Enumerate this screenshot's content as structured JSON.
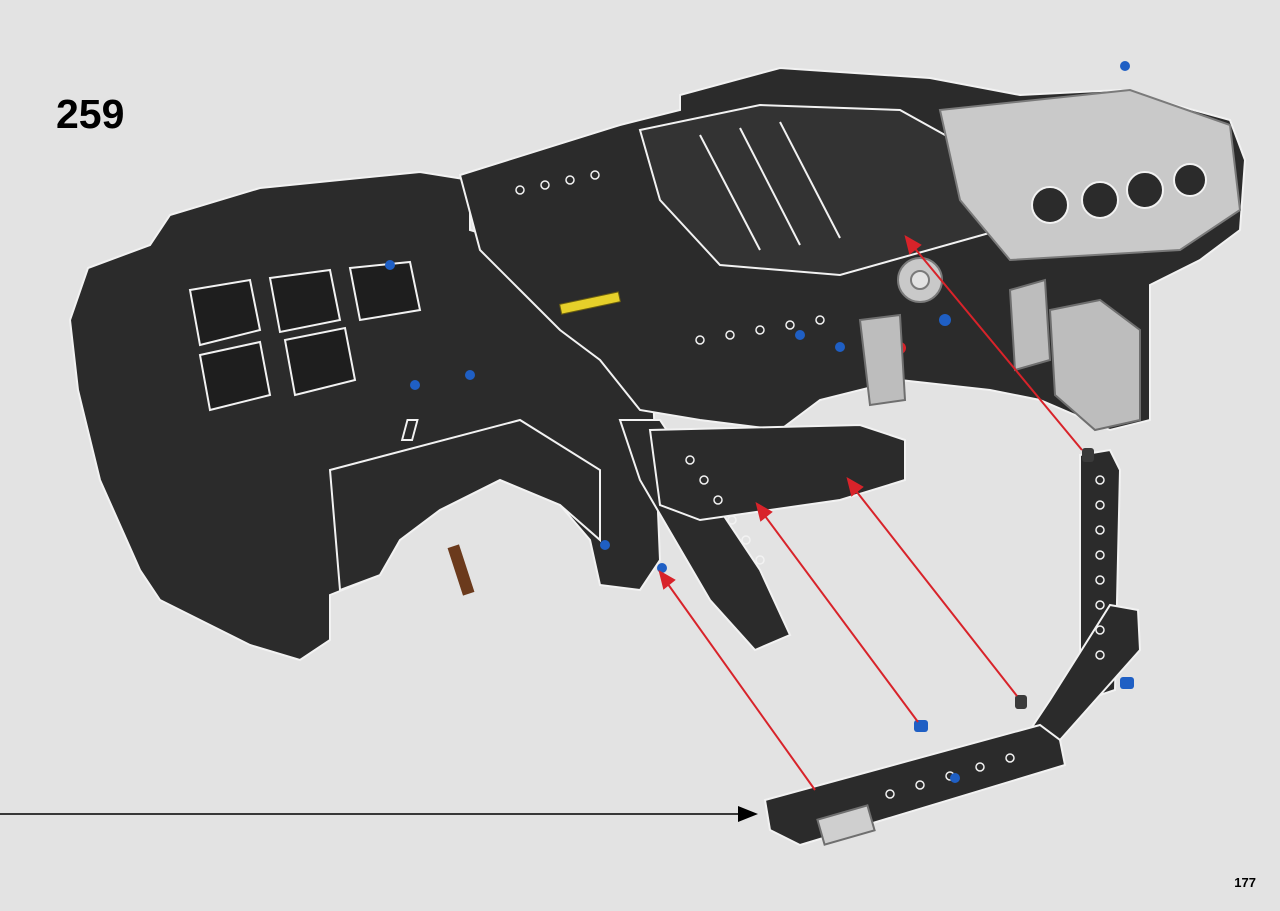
{
  "step": {
    "number": "259"
  },
  "page": {
    "number": "177"
  },
  "colors": {
    "background": "#e3e3e3",
    "model_dark": "#2b2b2b",
    "outline": "#f2f2f2",
    "light_gray": "#b8b8b8",
    "arrow_red": "#d8232a",
    "pin_blue": "#1f5fc4",
    "axle_yellow": "#e6d02a",
    "axle_brown": "#6b3a1c",
    "callout_line": "#000000"
  },
  "illustration": {
    "subject": "technic-chassis-assembly",
    "new_parts": [
      "beam-assembly"
    ],
    "insertion_arrows": 4
  }
}
